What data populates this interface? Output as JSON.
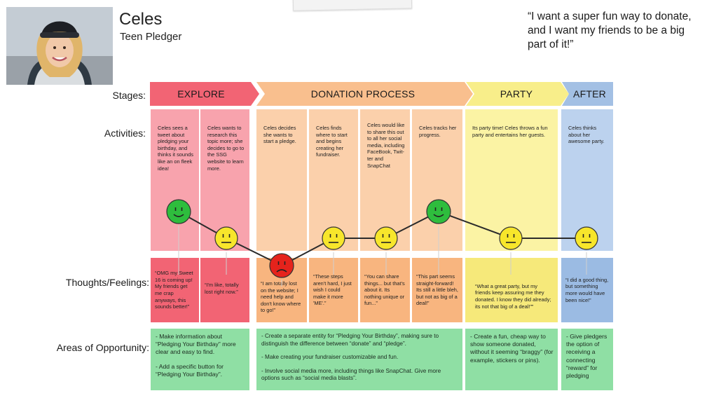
{
  "persona": {
    "name": "Celes",
    "role": "Teen Pledger",
    "quote": "“I want a super fun way to donate, and I want my friends to be a big part of it!”"
  },
  "row_labels": {
    "stages": "Stages:",
    "activities": "Activities:",
    "thoughts": "Thoughts/Feelings:",
    "opportunities": "Areas of Opportunity:"
  },
  "stages": [
    {
      "label": "EXPLORE",
      "color": "#f26474"
    },
    {
      "label": "DONATION PROCESS",
      "color": "#f9bf8e"
    },
    {
      "label": "PARTY",
      "color": "#f8ee8a"
    },
    {
      "label": "AFTER",
      "color": "#a3c0e4"
    }
  ],
  "activities": [
    "Celes sees a tweet about pledging your birthday, and thinks it sounds like an on fleek idea!",
    "Celes wants to research this topic more; she decides to go to the SSG website to learn more.",
    "Celes decides she wants to start a pledge.",
    "Celes finds where to start and begins creating her fundraiser.",
    "Celes would like to share this out to all her social media, including FaceBook, Twit-ter and SnapChat",
    "Celes tracks her progress.",
    "Its party time! Celes throws a fun party and entertains her guests.",
    "Celes thinks about her awesome party."
  ],
  "thoughts": [
    "“OMG my Sweet 16 is coming up! My friends get me crap anyways, this sounds better!”",
    "“I'm like, totally lost right now.”",
    "“I am totally lost on the website; I need help and don't know where to go!”",
    "“These steps aren't hard, I just wish I could make it more 'ME'.”",
    "“You can share things... but that's about it. Its nothing unique or fun...”",
    "“This part seems straight-forward! Its still a little bleh, but not as big of a deal!”",
    "“What a great party, but my friends keep assuring me they donated. I know they did already; its not that big of a deal!””",
    "“I did a good thing, but something more would have been nice!”"
  ],
  "opportunities": [
    [
      "- Make information about “Pledging Your Birthday” more clear and easy to find.",
      "- Add a specific button for “Pledging Your Birthday”."
    ],
    [
      "- Create a separate entity for “Pledging Your Birthday”, making sure to distinguish the difference between “donate” and “pledge”.",
      "- Make creating your fundraiser customizable and fun.",
      "- Involve social media more, including things like SnapChat. Give more options such as “social media blasts”."
    ],
    [
      "- Create a fun, cheap way to show someone donated, without it seeming “braggy” (for example, stickers or pins)."
    ],
    [
      "- Give pledgers the option of receiving a connecting “reward” for pledging"
    ]
  ],
  "emotions": [
    "happy",
    "neutral",
    "sad",
    "neutral",
    "neutral",
    "happy",
    "neutral",
    "neutral"
  ],
  "colors": {
    "explore_light": "#f8a3ad",
    "explore_dark": "#f26474",
    "donation_light": "#fbd0ab",
    "donation_dark": "#f8b57f",
    "party_light": "#fbf3a4",
    "party_dark": "#f6e97a",
    "after_light": "#bcd2ee",
    "after_dark": "#9bbbe3",
    "opportunity": "#8fdfa4",
    "happy": "#2ebd3d",
    "neutral": "#f7e62b",
    "sad": "#e5231c"
  }
}
